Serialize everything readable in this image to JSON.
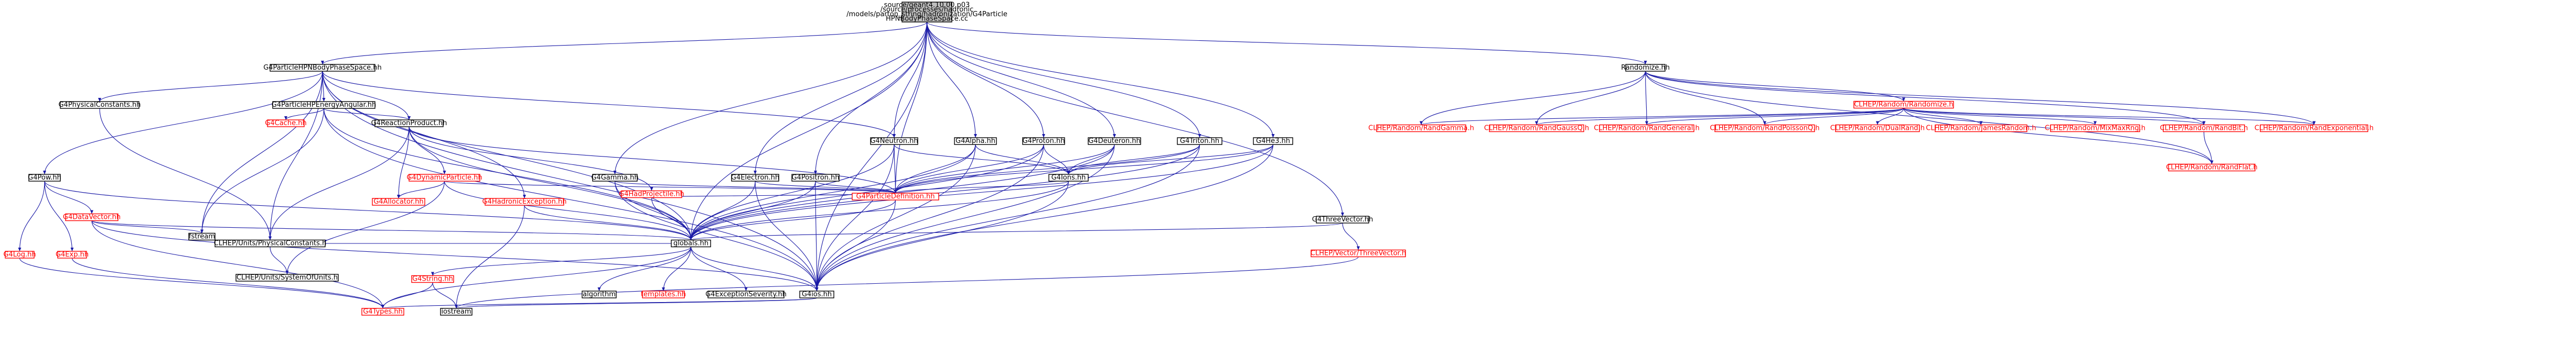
{
  "colors": {
    "background": "#ffffff",
    "edge": "#1a1aa6",
    "node_fill": "#ffffff",
    "node_border_documented": "#000000",
    "node_border_undocumented": "#ff0000",
    "root_fill": "#bfbfbf",
    "text_documented": "#000000",
    "text_undocumented": "#ff0000"
  },
  "nodes": [
    {
      "id": "root",
      "lines": [
        "source/geant4.10.00.p03",
        "/source/processes/hadronic",
        "/models/parton_string/hadronization/G4Particle",
        "HPNBodyPhaseSpace.cc"
      ],
      "documented": true,
      "root": true
    },
    {
      "id": "phasespace",
      "lines": [
        "G4ParticleHPNBodyPhaseSpace.hh"
      ],
      "documented": true
    },
    {
      "id": "randomize",
      "lines": [
        "Randomize.hh"
      ],
      "documented": true
    },
    {
      "id": "physconst",
      "lines": [
        "G4PhysicalConstants.hh"
      ],
      "documented": true
    },
    {
      "id": "energyangular",
      "lines": [
        "G4ParticleHPEnergyAngular.hh"
      ],
      "documented": true
    },
    {
      "id": "g4pow",
      "lines": [
        "G4Pow.hh"
      ],
      "documented": true
    },
    {
      "id": "g4cache",
      "lines": [
        "G4Cache.hh"
      ],
      "documented": false
    },
    {
      "id": "reaction",
      "lines": [
        "G4ReactionProduct.hh"
      ],
      "documented": true
    },
    {
      "id": "g4datavector",
      "lines": [
        "G4DataVector.hh"
      ],
      "documented": false
    },
    {
      "id": "g4log",
      "lines": [
        "G4Log.hh"
      ],
      "documented": false
    },
    {
      "id": "g4exp",
      "lines": [
        "G4Exp.hh"
      ],
      "documented": false
    },
    {
      "id": "fstream",
      "lines": [
        "fstream"
      ],
      "documented": true
    },
    {
      "id": "dynparticle",
      "lines": [
        "G4DynamicParticle.hh"
      ],
      "documented": false
    },
    {
      "id": "allocator",
      "lines": [
        "G4Allocator.hh"
      ],
      "documented": false
    },
    {
      "id": "g4gamma",
      "lines": [
        "G4Gamma.hh"
      ],
      "documented": true
    },
    {
      "id": "hadproj",
      "lines": [
        "G4HadProjectile.hh"
      ],
      "documented": false
    },
    {
      "id": "g4hadexc",
      "lines": [
        "G4HadronicException.hh"
      ],
      "documented": false
    },
    {
      "id": "g4neutron",
      "lines": [
        "G4Neutron.hh"
      ],
      "documented": true
    },
    {
      "id": "g4electron",
      "lines": [
        "G4Electron.hh"
      ],
      "documented": true
    },
    {
      "id": "g4alpha",
      "lines": [
        "G4Alpha.hh"
      ],
      "documented": true
    },
    {
      "id": "g4proton",
      "lines": [
        "G4Proton.hh"
      ],
      "documented": true
    },
    {
      "id": "g4positron",
      "lines": [
        "G4Positron.hh"
      ],
      "documented": true
    },
    {
      "id": "g4deuteron",
      "lines": [
        "G4Deuteron.hh"
      ],
      "documented": true
    },
    {
      "id": "g4triton",
      "lines": [
        "G4Triton.hh"
      ],
      "documented": true
    },
    {
      "id": "g4he3",
      "lines": [
        "G4He3.hh"
      ],
      "documented": true
    },
    {
      "id": "g4ions",
      "lines": [
        "G4Ions.hh"
      ],
      "documented": true
    },
    {
      "id": "partdef",
      "lines": [
        "G4ParticleDefinition.hh"
      ],
      "documented": false
    },
    {
      "id": "clhep_physconst",
      "lines": [
        "CLHEP/Units/PhysicalConstants.h"
      ],
      "documented": true
    },
    {
      "id": "globals",
      "lines": [
        "globals.hh"
      ],
      "documented": true
    },
    {
      "id": "clhep_sysunits",
      "lines": [
        "CLHEP/Units/SystemOfUnits.h"
      ],
      "documented": true
    },
    {
      "id": "g4string",
      "lines": [
        "G4String.hh"
      ],
      "documented": false
    },
    {
      "id": "algorithm",
      "lines": [
        "algorithm"
      ],
      "documented": true
    },
    {
      "id": "templates",
      "lines": [
        "templates.hh"
      ],
      "documented": false
    },
    {
      "id": "g4excsev",
      "lines": [
        "G4ExceptionSeverity.hh"
      ],
      "documented": true
    },
    {
      "id": "g4ios",
      "lines": [
        "G4ios.hh"
      ],
      "documented": true
    },
    {
      "id": "g4types",
      "lines": [
        "G4Types.hh"
      ],
      "documented": false
    },
    {
      "id": "iostream",
      "lines": [
        "iostream"
      ],
      "documented": true
    },
    {
      "id": "threevector",
      "lines": [
        "G4ThreeVector.hh"
      ],
      "documented": true
    },
    {
      "id": "clhep_threevec",
      "lines": [
        "CLHEP/Vector/ThreeVector.h"
      ],
      "documented": false
    },
    {
      "id": "clhep_random",
      "lines": [
        "CLHEP/Random/Randomize.h"
      ],
      "documented": false
    },
    {
      "id": "randgamma",
      "lines": [
        "CLHEP/Random/RandGamma.h"
      ],
      "documented": false
    },
    {
      "id": "randgaussq",
      "lines": [
        "CLHEP/Random/RandGaussQ.h"
      ],
      "documented": false
    },
    {
      "id": "randgeneral",
      "lines": [
        "CLHEP/Random/RandGeneral.h"
      ],
      "documented": false
    },
    {
      "id": "randpoissonq",
      "lines": [
        "CLHEP/Random/RandPoissonQ.h"
      ],
      "documented": false
    },
    {
      "id": "dualrand",
      "lines": [
        "CLHEP/Random/DualRand.h"
      ],
      "documented": false
    },
    {
      "id": "jamesrand",
      "lines": [
        "CLHEP/Random/JamesRandom.h"
      ],
      "documented": false
    },
    {
      "id": "mixmax",
      "lines": [
        "CLHEP/Random/MixMaxRng.h"
      ],
      "documented": false
    },
    {
      "id": "randbit",
      "lines": [
        "CLHEP/Random/RandBit.h"
      ],
      "documented": false
    },
    {
      "id": "randexp",
      "lines": [
        "CLHEP/Random/RandExponential.h"
      ],
      "documented": false
    },
    {
      "id": "randflat",
      "lines": [
        "CLHEP/Random/RandFlat.h"
      ],
      "documented": false
    }
  ],
  "edges": [
    [
      "root",
      "phasespace"
    ],
    [
      "root",
      "randomize"
    ],
    [
      "root",
      "g4gamma"
    ],
    [
      "root",
      "g4neutron"
    ],
    [
      "root",
      "g4electron"
    ],
    [
      "root",
      "g4alpha"
    ],
    [
      "root",
      "g4proton"
    ],
    [
      "root",
      "g4positron"
    ],
    [
      "root",
      "g4deuteron"
    ],
    [
      "root",
      "g4triton"
    ],
    [
      "root",
      "g4he3"
    ],
    [
      "root",
      "threevector"
    ],
    [
      "root",
      "partdef"
    ],
    [
      "root",
      "globals"
    ],
    [
      "root",
      "g4ios"
    ],
    [
      "phasespace",
      "physconst"
    ],
    [
      "phasespace",
      "energyangular"
    ],
    [
      "phasespace",
      "g4pow"
    ],
    [
      "phasespace",
      "reaction"
    ],
    [
      "phasespace",
      "fstream"
    ],
    [
      "phasespace",
      "globals"
    ],
    [
      "phasespace",
      "g4ios"
    ],
    [
      "phasespace",
      "clhep_physconst"
    ],
    [
      "phasespace",
      "g4hadexc"
    ],
    [
      "phasespace",
      "g4neutron"
    ],
    [
      "physconst",
      "clhep_physconst"
    ],
    [
      "energyangular",
      "fstream"
    ],
    [
      "energyangular",
      "g4cache"
    ],
    [
      "energyangular",
      "reaction"
    ],
    [
      "energyangular",
      "globals"
    ],
    [
      "energyangular",
      "g4ios"
    ],
    [
      "g4pow",
      "g4datavector"
    ],
    [
      "g4pow",
      "g4log"
    ],
    [
      "g4pow",
      "g4exp"
    ],
    [
      "g4pow",
      "globals"
    ],
    [
      "g4datavector",
      "fstream"
    ],
    [
      "g4datavector",
      "g4types"
    ],
    [
      "g4datavector",
      "globals"
    ],
    [
      "g4datavector",
      "g4ios"
    ],
    [
      "g4log",
      "g4types"
    ],
    [
      "g4exp",
      "g4types"
    ],
    [
      "reaction",
      "dynparticle"
    ],
    [
      "reaction",
      "allocator"
    ],
    [
      "reaction",
      "globals"
    ],
    [
      "reaction",
      "partdef"
    ],
    [
      "reaction",
      "hadproj"
    ],
    [
      "reaction",
      "clhep_physconst"
    ],
    [
      "dynparticle",
      "allocator"
    ],
    [
      "dynparticle",
      "partdef"
    ],
    [
      "dynparticle",
      "globals"
    ],
    [
      "dynparticle",
      "clhep_sysunits"
    ],
    [
      "g4hadexc",
      "globals"
    ],
    [
      "g4hadexc",
      "iostream"
    ],
    [
      "hadproj",
      "globals"
    ],
    [
      "hadproj",
      "partdef"
    ],
    [
      "g4gamma",
      "globals"
    ],
    [
      "g4gamma",
      "partdef"
    ],
    [
      "g4gamma",
      "g4ios"
    ],
    [
      "g4neutron",
      "globals"
    ],
    [
      "g4neutron",
      "partdef"
    ],
    [
      "g4neutron",
      "g4ions"
    ],
    [
      "g4neutron",
      "g4ios"
    ],
    [
      "g4electron",
      "globals"
    ],
    [
      "g4electron",
      "partdef"
    ],
    [
      "g4electron",
      "g4ios"
    ],
    [
      "g4alpha",
      "globals"
    ],
    [
      "g4alpha",
      "partdef"
    ],
    [
      "g4alpha",
      "g4ions"
    ],
    [
      "g4alpha",
      "g4ios"
    ],
    [
      "g4proton",
      "globals"
    ],
    [
      "g4proton",
      "partdef"
    ],
    [
      "g4proton",
      "g4ions"
    ],
    [
      "g4proton",
      "g4ios"
    ],
    [
      "g4positron",
      "globals"
    ],
    [
      "g4positron",
      "partdef"
    ],
    [
      "g4positron",
      "g4ios"
    ],
    [
      "g4deuteron",
      "globals"
    ],
    [
      "g4deuteron",
      "partdef"
    ],
    [
      "g4deuteron",
      "g4ions"
    ],
    [
      "g4deuteron",
      "g4ios"
    ],
    [
      "g4triton",
      "globals"
    ],
    [
      "g4triton",
      "partdef"
    ],
    [
      "g4triton",
      "g4ions"
    ],
    [
      "g4triton",
      "g4ios"
    ],
    [
      "g4he3",
      "globals"
    ],
    [
      "g4he3",
      "partdef"
    ],
    [
      "g4he3",
      "g4ions"
    ],
    [
      "g4he3",
      "g4ios"
    ],
    [
      "g4ions",
      "globals"
    ],
    [
      "g4ions",
      "partdef"
    ],
    [
      "g4ions",
      "g4ios"
    ],
    [
      "partdef",
      "globals"
    ],
    [
      "partdef",
      "g4ios"
    ],
    [
      "clhep_physconst",
      "clhep_sysunits"
    ],
    [
      "globals",
      "g4string"
    ],
    [
      "globals",
      "algorithm"
    ],
    [
      "globals",
      "templates"
    ],
    [
      "globals",
      "g4excsev"
    ],
    [
      "globals",
      "g4ios"
    ],
    [
      "globals",
      "g4types"
    ],
    [
      "globals",
      "clhep_physconst"
    ],
    [
      "g4string",
      "g4types"
    ],
    [
      "g4string",
      "iostream"
    ],
    [
      "g4ios",
      "g4types"
    ],
    [
      "g4ios",
      "iostream"
    ],
    [
      "threevector",
      "globals"
    ],
    [
      "threevector",
      "clhep_threevec"
    ],
    [
      "clhep_threevec",
      "iostream"
    ],
    [
      "randomize",
      "clhep_random"
    ],
    [
      "randomize",
      "randgamma"
    ],
    [
      "randomize",
      "randgaussq"
    ],
    [
      "randomize",
      "randgeneral"
    ],
    [
      "randomize",
      "randpoissonq"
    ],
    [
      "randomize",
      "randbit"
    ],
    [
      "randomize",
      "randexp"
    ],
    [
      "randomize",
      "randflat"
    ],
    [
      "clhep_random",
      "randgamma"
    ],
    [
      "clhep_random",
      "randgaussq"
    ],
    [
      "clhep_random",
      "randgeneral"
    ],
    [
      "clhep_random",
      "randpoissonq"
    ],
    [
      "clhep_random",
      "dualrand"
    ],
    [
      "clhep_random",
      "jamesrand"
    ],
    [
      "clhep_random",
      "mixmax"
    ],
    [
      "clhep_random",
      "randbit"
    ],
    [
      "clhep_random",
      "randexp"
    ],
    [
      "clhep_random",
      "randflat"
    ],
    [
      "randbit",
      "randflat"
    ]
  ]
}
